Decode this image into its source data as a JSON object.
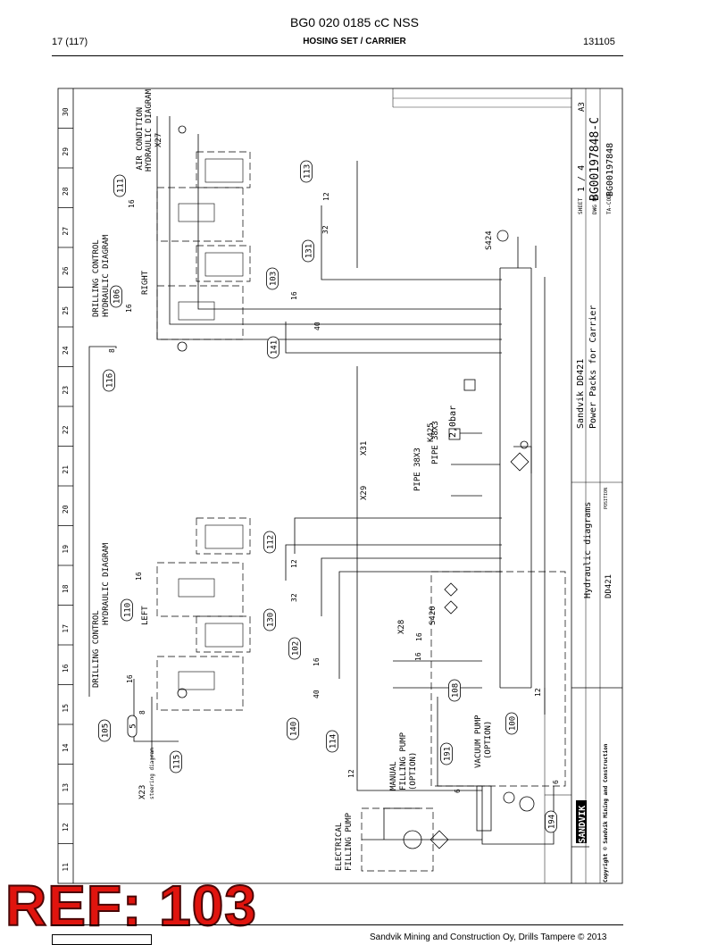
{
  "header": {
    "doc_title": "BG0 020 0185 cC NSS",
    "page": "17 (117)",
    "section": "HOSING SET / CARRIER",
    "date_code": "131105"
  },
  "footer": {
    "company": "Sandvik Mining and Construction Oy, Drills Tampere © 2013"
  },
  "stamp": "REF: 103",
  "frame": {
    "zones": [
      "30",
      "29",
      "28",
      "27",
      "26",
      "25",
      "24",
      "23",
      "22",
      "21",
      "20",
      "19",
      "18",
      "17",
      "16",
      "15",
      "14",
      "13",
      "12",
      "11"
    ]
  },
  "diagram": {
    "labels": {
      "air_condition": "AIR CONDITION",
      "hydraulic_diagram": "HYDRAULIC DIAGRAM",
      "drilling_control": "DRILLING CONTROL",
      "right": "RIGHT",
      "left": "LEFT",
      "x27": "X27",
      "x23": "X23",
      "steering_diagram": "steering diagram",
      "x28": "X28",
      "x29": "X29",
      "x31": "X31",
      "pipe": "PIPE 38X3",
      "k425": "K425",
      "pressure": "2,0bar",
      "s424": "S424",
      "s420": "S420",
      "electrical_filling_pump_1": "ELECTRICAL",
      "electrical_filling_pump_2": "FILLING PUMP",
      "manual_1": "MANUAL",
      "manual_2": "FILLING PUMP",
      "manual_3": "(OPTION)",
      "vacuum_1": "VACUUM PUMP",
      "vacuum_2": "(OPTION)"
    },
    "callouts": [
      "111",
      "113",
      "106",
      "131",
      "103",
      "141",
      "116",
      "112",
      "110",
      "130",
      "102",
      "140",
      "105",
      "5",
      "115",
      "114",
      "108",
      "191",
      "100",
      "194"
    ],
    "sizes": [
      "16",
      "12",
      "16",
      "32",
      "16",
      "40",
      "8",
      "16",
      "12",
      "32",
      "16",
      "40",
      "16",
      "8",
      "12",
      "16",
      "16",
      "12",
      "6",
      "6"
    ]
  },
  "title_block": {
    "sheet_label": "SHEET",
    "sheet": "1 / 4",
    "size": "A3",
    "dwg_label": "DWG NO",
    "dwg_no": "BG00197848-C",
    "ta_code_label": "TA-CODE",
    "ta_code": "BG00197848",
    "product": "Sandvik DD421",
    "subtitle": "Power Packs for Carrier",
    "type": "Hydraulic diagrams",
    "model": "DD421",
    "position": "POSITION",
    "brand": "SANDVIK",
    "copyright": "Copyright © Sandvik Mining and Construction"
  }
}
